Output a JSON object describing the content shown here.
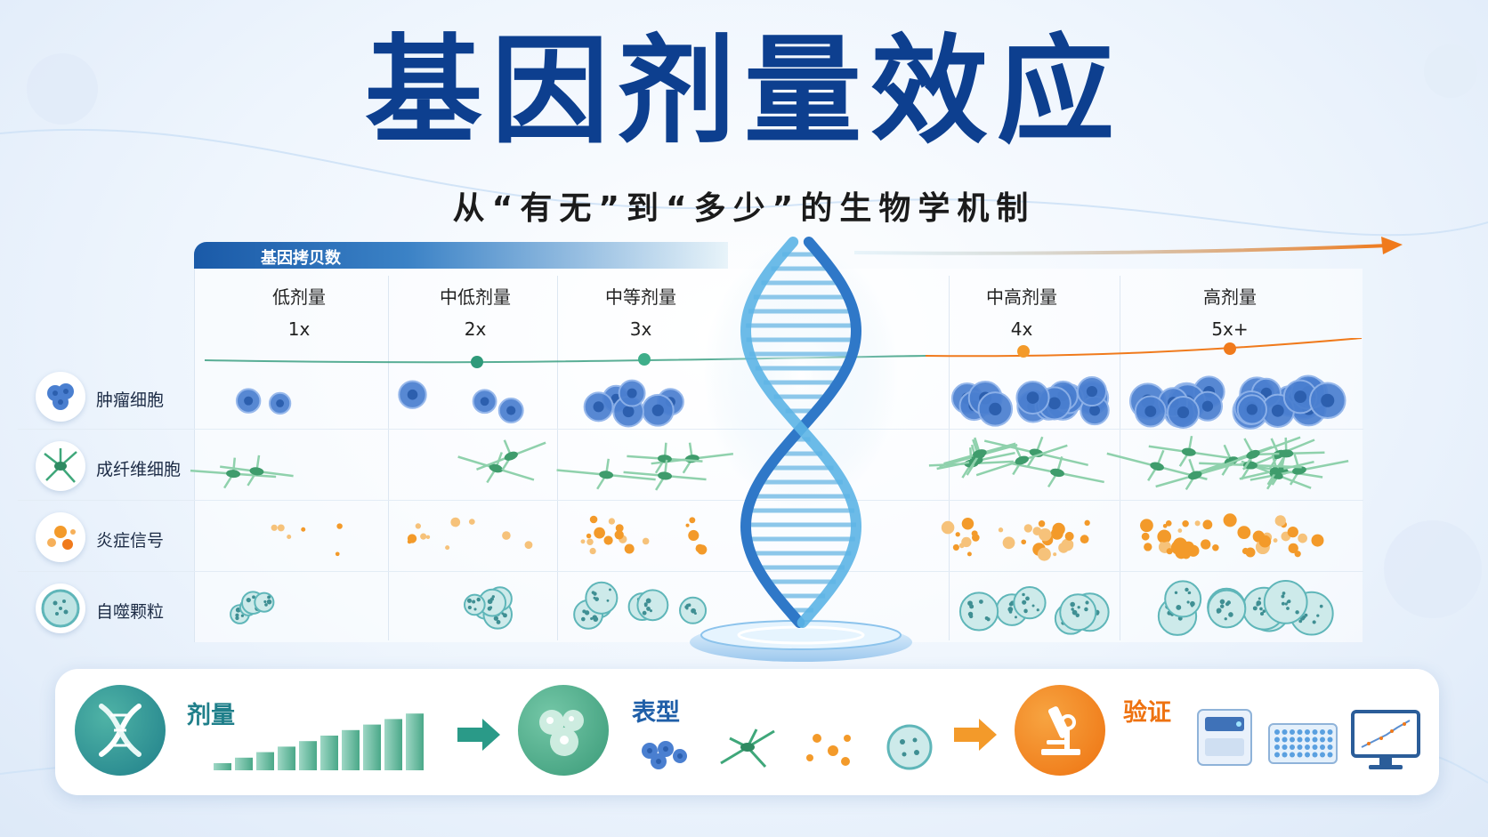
{
  "title": "基因剂量效应",
  "subtitle": "从“有无”到“多少”的生物学机制",
  "axis_label": "基因拷贝数",
  "columns": [
    {
      "dose": "低剂量",
      "mult": "1x",
      "level": 1
    },
    {
      "dose": "中低剂量",
      "mult": "2x",
      "level": 2
    },
    {
      "dose": "中等剂量",
      "mult": "3x",
      "level": 3
    },
    {
      "dose": "中高剂量",
      "mult": "4x",
      "level": 4
    },
    {
      "dose": "高剂量",
      "mult": "5x+",
      "level": 5
    }
  ],
  "rows": [
    {
      "label": "肿瘤细胞",
      "icon": "tumor-cell-icon"
    },
    {
      "label": "成纤维细胞",
      "icon": "fibroblast-icon"
    },
    {
      "label": "炎症信号",
      "icon": "inflammation-icon"
    },
    {
      "label": "自噬颗粒",
      "icon": "autophagy-icon"
    }
  ],
  "bottom": {
    "dose_label": "剂量",
    "phenotype_label": "表型",
    "validation_label": "验证"
  },
  "colors": {
    "title": "#0d3f8f",
    "tumor": "#4a7fd0",
    "fibro": "#66b98a",
    "inflam": "#f39a2a",
    "auto": "#5fb6b9",
    "green_accent": "#2f9a7a",
    "orange_accent": "#f07a1c"
  }
}
